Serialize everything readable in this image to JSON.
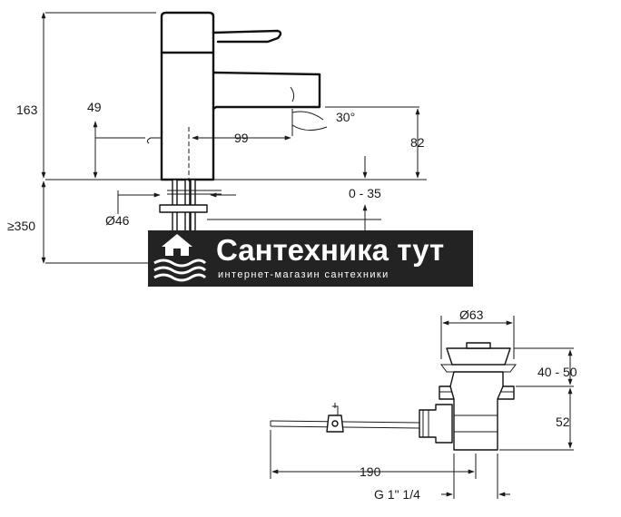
{
  "faucet": {
    "dims": {
      "height_total": "163",
      "handle_offset": "49",
      "spout_reach": "99",
      "handle_angle": "30°",
      "spout_height": "82",
      "deck_thickness": "0 - 35",
      "hole_diameter": "Ø46",
      "hose_length": "≥350"
    }
  },
  "watermark": {
    "title": "Сантехника тут",
    "subtitle": "интернет-магазин сантехники",
    "background": "#232323",
    "text_color": "#ffffff"
  },
  "drain": {
    "dims": {
      "flange_diameter": "Ø63",
      "flange_height": "40 - 50",
      "body_height": "52",
      "rod_length": "190",
      "thread": "G 1\" 1/4"
    }
  }
}
